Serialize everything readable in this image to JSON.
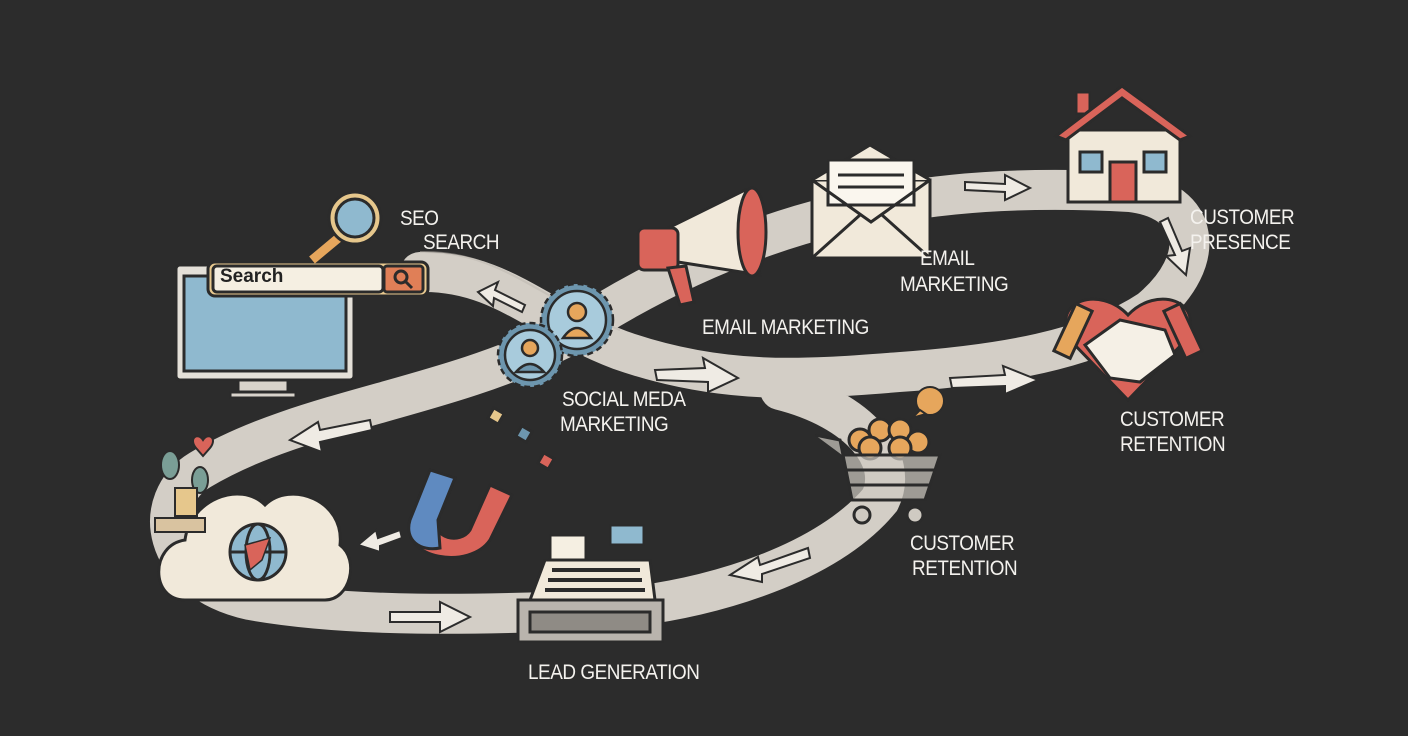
{
  "diagram": {
    "colors": {
      "background": "#2c2c2c",
      "road": "#d3cec6",
      "accent_red": "#d9645a",
      "accent_blue": "#8fb9cf",
      "accent_orange": "#e6a65c",
      "cream": "#f1e9da"
    },
    "search_box_text": "Search",
    "labels": {
      "seo_line1": "SEO",
      "seo_line2": "SEARCH",
      "email_top_line1": "EMAIL",
      "email_top_line2": "MARKETING",
      "email_mid": "EMAIL MARKETING",
      "presence_line1": "CUSTOMER",
      "presence_line2": "PRESENCE",
      "social_line1": "SOCIAL MEDA",
      "social_line2": "MARKETING",
      "retention_right_line1": "CUSTOMER",
      "retention_right_line2": "RETENTION",
      "retention_cart_line1": "CUSTOMER",
      "retention_cart_line2": "RETENTION",
      "lead": "LEAD GENERATION"
    }
  }
}
